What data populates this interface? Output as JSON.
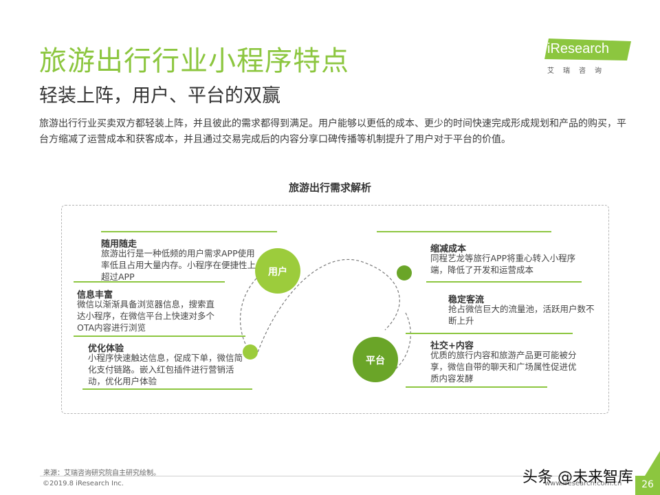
{
  "header": {
    "title": "旅游出行行业小程序特点",
    "subtitle": "轻装上阵，用户、平台的双赢",
    "intro": "旅游出行行业买卖双方都轻装上阵，并且彼此的需求都得到满足。用户能够以更低的成本、更少的时间快速完成形成规划和产品的购买，平台方缩减了运营成本和获客成本，并且通过交易完成后的内容分享口碑传播等机制提升了用户对于平台的价值。"
  },
  "logo": {
    "name": "iResearch",
    "tagline": "艾瑞咨询"
  },
  "diagram": {
    "title": "旅游出行需求解析",
    "user_node": "用户",
    "platform_node": "平台",
    "left_items": [
      {
        "title": "随用随走",
        "body": "旅游出行是一种低频的用户需求APP使用率低且占用大量内存。小程序在便捷性上超过APP"
      },
      {
        "title": "信息丰富",
        "body": "微信以渐渐具备浏览器信息，搜索直达小程序，在微信平台上快速对多个OTA内容进行浏览"
      },
      {
        "title": "优化体验",
        "body": "小程序快速触达信息，促成下单，微信简化支付链路。嵌入红包插件进行营销活动，优化用户体验"
      }
    ],
    "right_items": [
      {
        "title": "缩减成本",
        "body": "同程艺龙等旅行APP将重心转入小程序端，降低了开发和运营成本"
      },
      {
        "title": "稳定客流",
        "body": "抢占微信巨大的流量池，活跃用户数不断上升"
      },
      {
        "title": "社交+内容",
        "body": "优质的旅行内容和旅游产品更可能被分享，微信自带的聊天和广场属性促进优质内容发酵"
      }
    ]
  },
  "footer": {
    "source": "来源：艾瑞咨询研究院自主研究绘制。",
    "copyright": "©2019.8 iResearch Inc.",
    "website": "www.iresearch.com.cn",
    "page_number": "26",
    "watermark": "头条 @未来智库"
  },
  "colors": {
    "accent": "#8cc63f",
    "dark_green": "#6aa528",
    "light_green": "#9ccc3c"
  }
}
